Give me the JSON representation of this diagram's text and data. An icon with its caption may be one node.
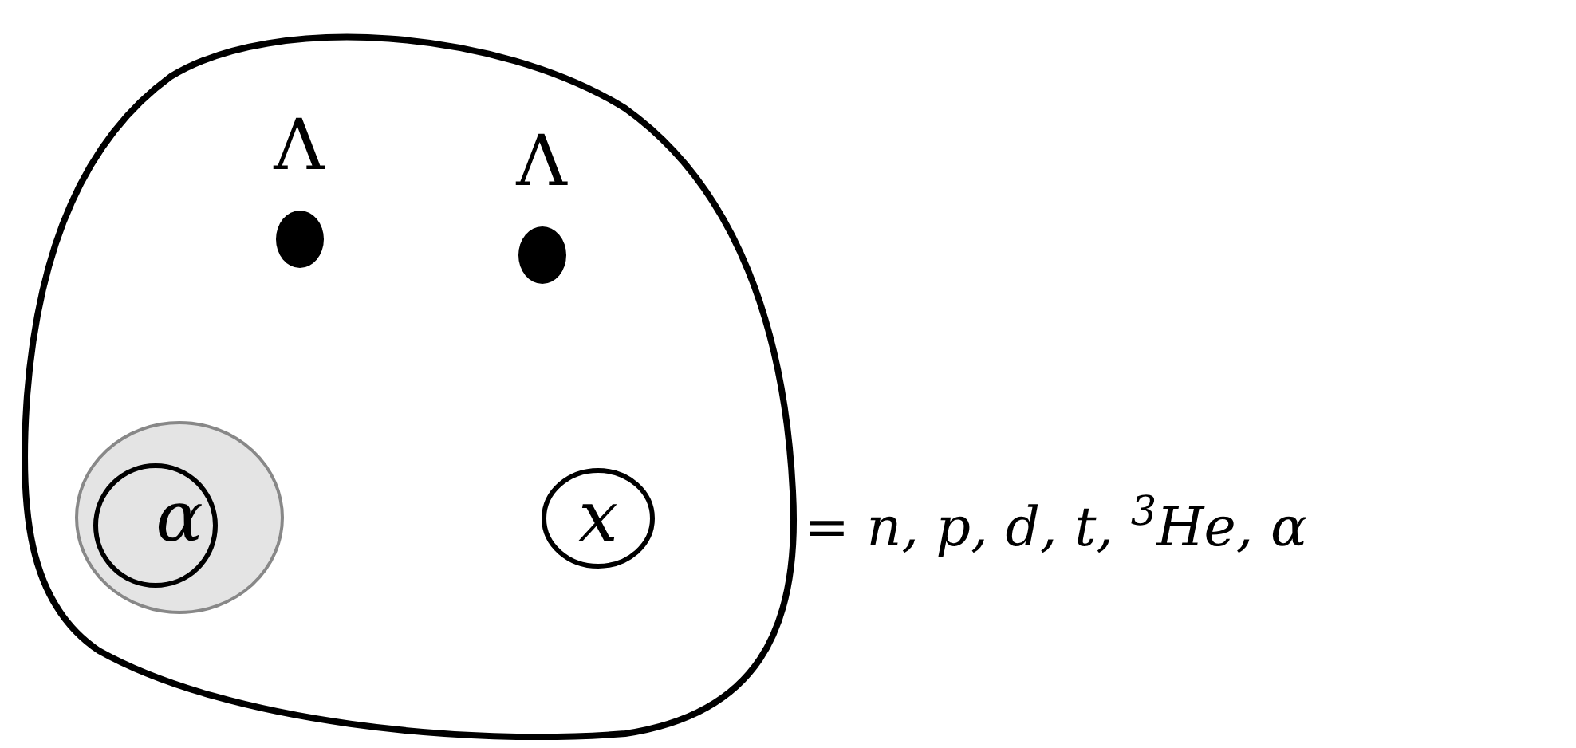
{
  "diagram": {
    "nodes": [
      {
        "text": [],
        "shape": "circle"
      },
      {
        "text": [
          "Λ"
        ],
        "in": 0
      },
      {
        "text": [
          "Λ"
        ],
        "in": 0
      },
      {
        "text": [
          "α"
        ],
        "in": 0
      },
      {
        "text": [
          "x"
        ],
        "in": 0,
        "beside": [
          "= n, p, d, t, $^{3}$He, α"
        ]
      }
    ],
    "edges": []
  }
}
